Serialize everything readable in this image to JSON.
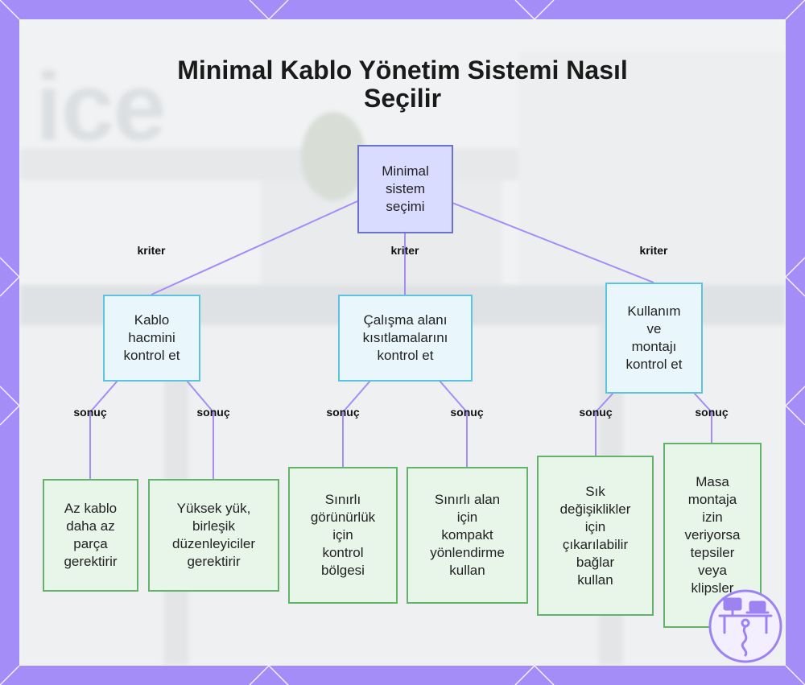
{
  "title_lines": [
    "Minimal Kablo Yönetim Sistemi Nasıl",
    "Seçilir"
  ],
  "background_word": "ice",
  "root": {
    "label": "Minimal\nsistem\nseçimi"
  },
  "edge_labels": {
    "criteria": "kriter",
    "result": "sonuç"
  },
  "criteria": [
    {
      "label": "Kablo\nhacmini\nkontrol et"
    },
    {
      "label": "Çalışma alanı\nkısıtlamalarını\nkontrol et"
    },
    {
      "label": "Kullanım\nve\nmontajı\nkontrol et"
    }
  ],
  "results": [
    {
      "label": "Az kablo\ndaha az\nparça\ngerektirir"
    },
    {
      "label": "Yüksek yük,\nbirleşik\ndüzenleyiciler\ngerektirir"
    },
    {
      "label": "Sınırlı\ngörünürlük\niçin\nkontrol\nbölgesi"
    },
    {
      "label": "Sınırlı alan\niçin\nkompakt\nyönlendirme\nkullan"
    },
    {
      "label": "Sık\ndeğişiklikler\niçin\nçıkarılabilir\nbağlar\nkullan"
    },
    {
      "label": "Masa\nmontaja\nizin\nveriyorsa\ntepsiler\nveya\nklipsler"
    }
  ],
  "colors": {
    "frame": "#a58df7",
    "root_fill": "#d9dcff",
    "root_border": "#6a72c9",
    "criteria_fill": "#e9f7fd",
    "criteria_border": "#5ec3e0",
    "result_fill": "#e8f5e9",
    "result_border": "#63b36b",
    "connector": "#a58df7"
  },
  "logo_icon": "desk-workstation-icon"
}
